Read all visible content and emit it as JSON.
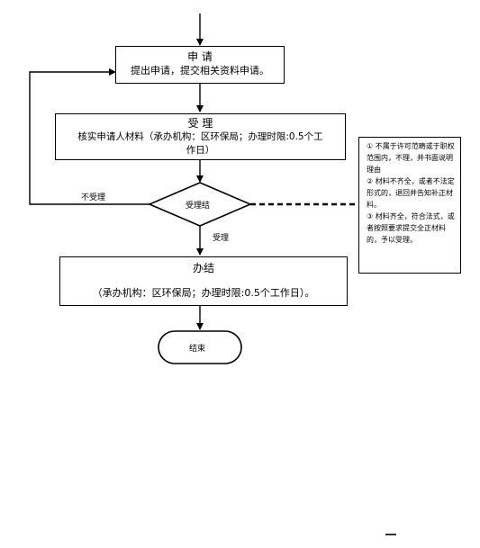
{
  "apply": {
    "title": "申 请",
    "desc": "提出申请，提交相关资料申请。"
  },
  "accept": {
    "title": "受 理",
    "desc_line1": "核实申请人材料（承办机构：区环保局；办理时限:0.5个工",
    "desc_line2": "作日）"
  },
  "decision": {
    "label": "受理结",
    "reject_label": "不受理",
    "accept_label": "受理"
  },
  "notes": [
    "① 不属于许可范畴或于职权范围内，不理，并书面说明理由",
    "② 材料不齐全，或者不法定形式的，退回并告知补正材料。",
    "③ 材料齐全，符合法式，或者按照要求提交全正材料的，予以受理。"
  ],
  "conclude": {
    "title": "办结",
    "desc": "（承办机构：区环保局；办理时限:0.5个工作日）。"
  },
  "end": {
    "label": "结束"
  }
}
